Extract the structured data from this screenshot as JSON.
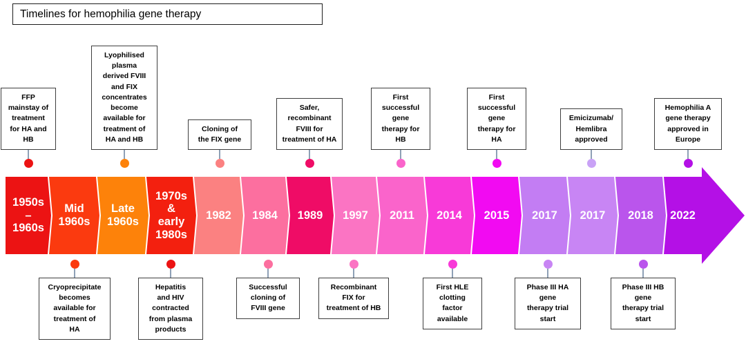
{
  "title": "Timelines for hemophilia gene therapy",
  "timeline": {
    "segments": [
      {
        "label": "1950s\n–\n1960s",
        "color": "#ec1313"
      },
      {
        "label": "Mid\n1960s",
        "color": "#fb3a0f"
      },
      {
        "label": "Late\n1960s",
        "color": "#fd820a"
      },
      {
        "label": "1970s\n&\nearly\n1980s",
        "color": "#f3200f"
      },
      {
        "label": "1982",
        "color": "#fb8181"
      },
      {
        "label": "1984",
        "color": "#fc6f9f"
      },
      {
        "label": "1989",
        "color": "#ef0c66"
      },
      {
        "label": "1997",
        "color": "#fb74c3"
      },
      {
        "label": "2011",
        "color": "#fa64cb"
      },
      {
        "label": "2014",
        "color": "#f83ad8"
      },
      {
        "label": "2015",
        "color": "#f20af2"
      },
      {
        "label": "2017",
        "color": "#c37df3"
      },
      {
        "label": "2017",
        "color": "#c885f4"
      },
      {
        "label": "2018",
        "color": "#ba55ec"
      },
      {
        "label": "2022",
        "color": "#b410e6"
      }
    ],
    "events_above": [
      {
        "text": "FFP\nmainstay of\ntreatment\nfor HA and\nHB",
        "dot_color": "#ec1313"
      },
      {
        "text": "Lyophilised\nplasma\nderived FVIII\nand FIX\nconcentrates\nbecome\navailable for\ntreatment of\nHA and HB",
        "dot_color": "#fd820a"
      },
      {
        "text": "Cloning of\nthe FIX gene",
        "dot_color": "#fb8181"
      },
      {
        "text": "Safer,\nrecombinant\nFVIII for\ntreatment of HA",
        "dot_color": "#ef0c66"
      },
      {
        "text": "First\nsuccessful\ngene\ntherapy for\nHB",
        "dot_color": "#fa64cb"
      },
      {
        "text": "First\nsuccessful\ngene\ntherapy for\nHA",
        "dot_color": "#f20af2"
      },
      {
        "text": "Emicizumab/\nHemlibra\napproved",
        "dot_color": "#c9a2f6"
      },
      {
        "text": "Hemophilia A\ngene therapy\napproved in\nEurope",
        "dot_color": "#b410e6"
      }
    ],
    "events_below": [
      {
        "text": "Cryoprecipitate\nbecomes\navailable for\ntreatment of\nHA",
        "dot_color": "#fb3a0f"
      },
      {
        "text": "Hepatitis\nand HIV\ncontracted\nfrom plasma\nproducts",
        "dot_color": "#ec1313"
      },
      {
        "text": "Successful\ncloning of\nFVIII gene",
        "dot_color": "#fc6f9f"
      },
      {
        "text": "Recombinant\nFIX for\ntreatment of HB",
        "dot_color": "#fb74c3"
      },
      {
        "text": "First HLE\nclotting\nfactor\navailable",
        "dot_color": "#f83ad8"
      },
      {
        "text": "Phase III HA\ngene\ntherapy trial\nstart",
        "dot_color": "#c885f4"
      },
      {
        "text": "Phase III HB\ngene\ntherapy trial\nstart",
        "dot_color": "#ba55ec"
      }
    ]
  }
}
